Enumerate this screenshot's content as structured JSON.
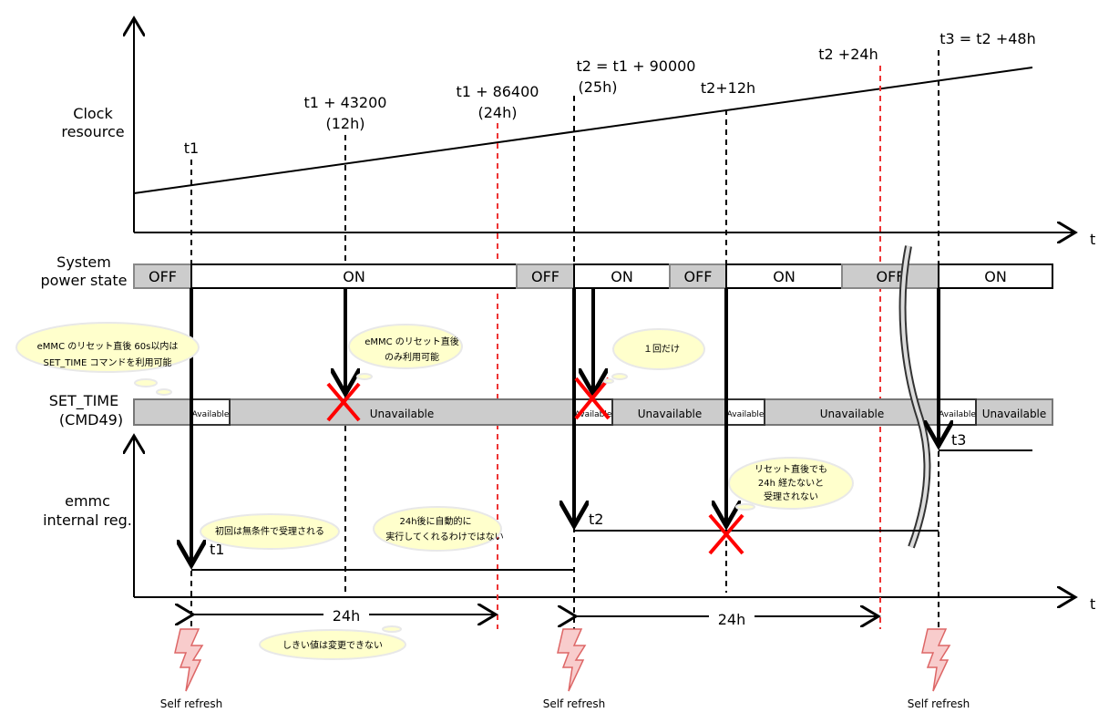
{
  "rows": {
    "clock": [
      "Clock",
      "resource"
    ],
    "power": [
      "System",
      "power state"
    ],
    "set_time": [
      "SET_TIME",
      "(CMD49)"
    ],
    "reg": [
      "emmc",
      "internal reg."
    ],
    "t_axis": "t"
  },
  "markers": {
    "t1": "t1",
    "t1_12h": [
      "t1 + 43200",
      "(12h)"
    ],
    "t1_24h": [
      "t1 + 86400",
      "(24h)"
    ],
    "t2": [
      "t2 = t1 + 90000",
      "(25h)"
    ],
    "t2_12h": "t2+12h",
    "t2_24h": "t2 +24h",
    "t3": "t3 = t2 +48h"
  },
  "power_segments": [
    "OFF",
    "ON",
    "OFF",
    "ON",
    "OFF",
    "ON",
    "OFF",
    "ON"
  ],
  "set_time_states": {
    "available": "Available",
    "unavailable": "Unavailable"
  },
  "reg_labels": {
    "t1": "t1",
    "t2": "t2",
    "t3": "t3"
  },
  "spans": {
    "first": "24h",
    "second": "24h"
  },
  "self_refresh": "Self refresh",
  "notes": {
    "n1": [
      "eMMC のリセット直後 60s以内は",
      "SET_TIME コマンドを利用可能"
    ],
    "n2": [
      "eMMC のリセット直後",
      "のみ利用可能"
    ],
    "n3": "１回だけ",
    "n4": "初回は無条件で受理される",
    "n5": [
      "24h後に自動的に",
      "実行してくれるわけではない"
    ],
    "n6": [
      "リセット直後でも",
      "24h 経たないと",
      "受理されない"
    ],
    "n7": "しきい値は変更できない"
  },
  "colors": {
    "gray": "#cccccc",
    "red": "#ff0000",
    "cloud": "#ffffcc"
  }
}
